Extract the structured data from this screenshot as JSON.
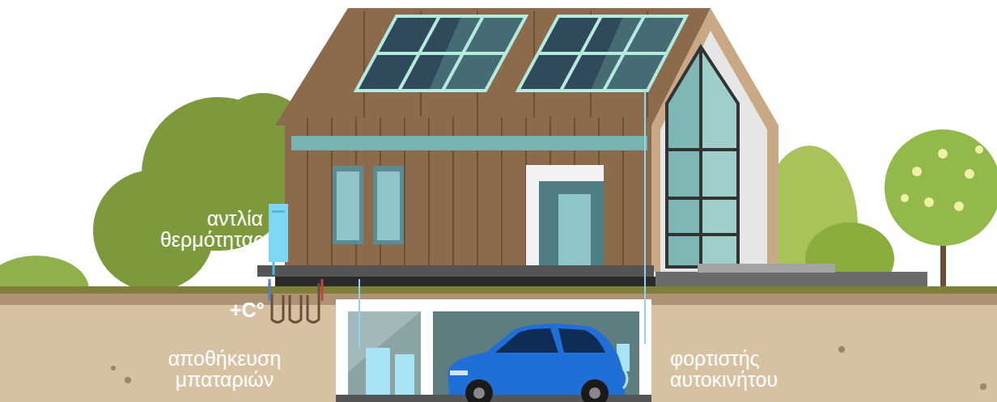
{
  "diagram": {
    "labels": [
      "αντλία θερμότητας",
      "+C°",
      "αποθήκευση μπαταριών",
      "φορτιστής αυτοκινήτου"
    ]
  }
}
